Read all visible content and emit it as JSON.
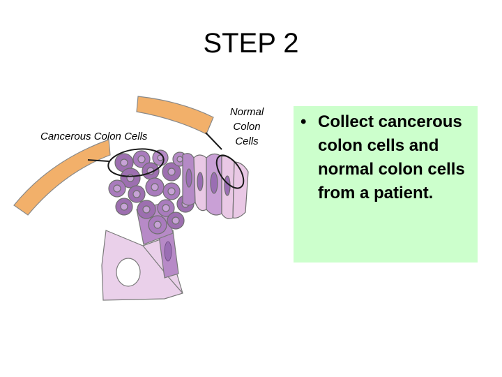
{
  "title": "STEP 2",
  "labels": {
    "cancerous": "Cancerous Colon Cells",
    "normal_lines": [
      "Normal",
      "Colon",
      "Cells"
    ]
  },
  "info_box": {
    "bullet": "•",
    "text": "Collect cancerous colon cells and normal colon cells from a patient."
  },
  "colors": {
    "tissue_band": "#f2b06a",
    "cell_dark": "#9d6fb0",
    "cell_light": "#e9c8e5",
    "nucleus": "#c09ad0",
    "info_box_bg": "#ccffcc"
  }
}
